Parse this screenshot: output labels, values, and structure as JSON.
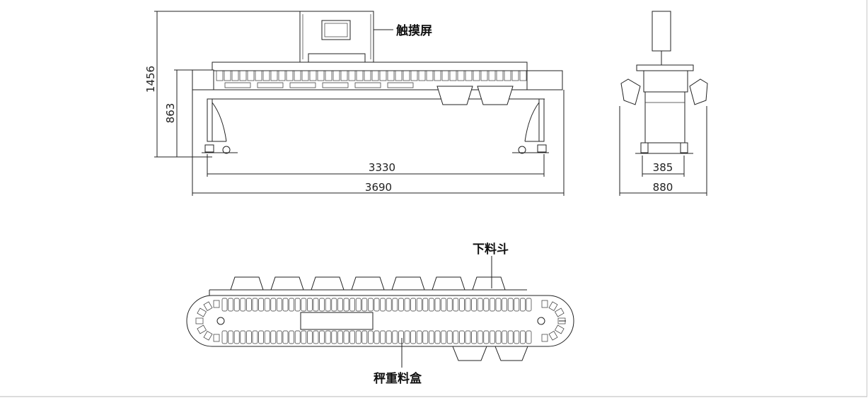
{
  "labels": {
    "touch_screen": "触摸屏",
    "discharge_hopper": "下料斗",
    "weigh_bucket": "秤重料盒"
  },
  "dimensions": {
    "height_total": "1456",
    "height_table": "863",
    "length_frame": "3330",
    "length_total": "3690",
    "side_frame": "385",
    "side_total": "880"
  }
}
